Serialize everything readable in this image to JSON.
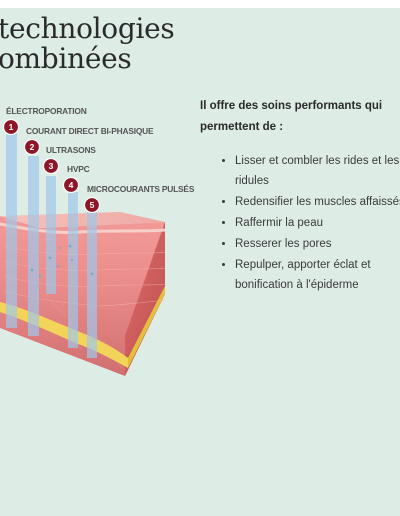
{
  "heading": {
    "line1": "technologies",
    "line2": "ombinées"
  },
  "illustration": {
    "technologies": [
      {
        "number": "1",
        "label": "ÉLECTROPORATION"
      },
      {
        "number": "2",
        "label": "COURANT DIRECT BI-PHASIQUE"
      },
      {
        "number": "3",
        "label": "ULTRASONS"
      },
      {
        "number": "4",
        "label": "HVPC"
      },
      {
        "number": "5",
        "label": "MICROCOURANTS PULSÉS"
      }
    ],
    "colors": {
      "badge": "#8e1526",
      "beam": "#9fc8ea",
      "skin_surface": "#f2b4b0",
      "dermis": "#e98a8a",
      "fat_layer": "#f2d45a"
    }
  },
  "intro_text": "Il offre des soins performants qui permettent de :",
  "benefits": [
    "Lisser et combler les rides et les ridules",
    "Redensifier les muscles affaissés",
    "Raffermir la peau",
    "Resserer les pores",
    "Repulper, apporter éclat et bonification à l'épiderme"
  ]
}
